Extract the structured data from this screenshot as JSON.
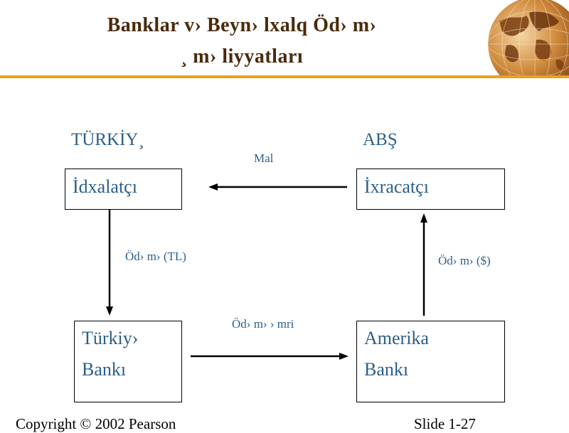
{
  "slide": {
    "title_line1": "Banklar v› Beyn› lxalq Öd› m›",
    "title_line2": "¸ m› liyyatları"
  },
  "diagram": {
    "country_left": "TÜRKİY¸",
    "country_right": "ABŞ",
    "box_importer": "İdxalatçı",
    "box_exporter": "İxracatçı",
    "box_turkish_bank_line1": "Türkiy›",
    "box_turkish_bank_line2": "Bankı",
    "box_american_bank_line1": "Amerika",
    "box_american_bank_line2": "Bankı",
    "label_goods": "Mal",
    "label_payment_tl": "Öd› m› (TL)",
    "label_payment_usd": "Öd› m› ($)",
    "label_payment_order": "Öd› m› › mri"
  },
  "footer": {
    "copyright": "Copyright © 2002 Pearson",
    "slide_number": "Slide 1-27"
  },
  "colors": {
    "title": "#4a2a0c",
    "accent_rule": "#e8a21e",
    "text_blue": "#2b5f8a"
  }
}
